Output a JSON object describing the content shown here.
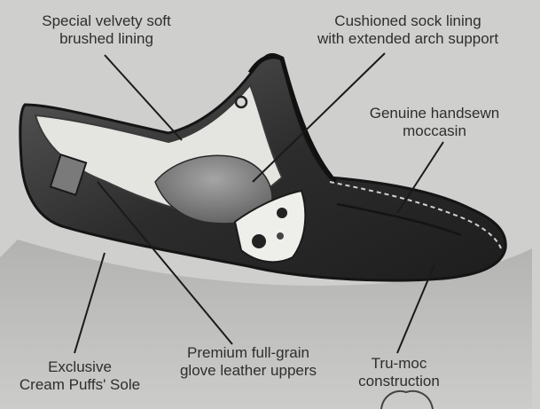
{
  "labels": {
    "velvety_lining": [
      "Special velvety soft",
      "brushed lining"
    ],
    "sock_lining": [
      "Cushioned sock lining",
      "with extended arch support"
    ],
    "handsewn": [
      "Genuine handsewn",
      "moccasin"
    ],
    "uppers": [
      "Premium full-grain",
      "glove leather uppers"
    ],
    "sole": [
      "Exclusive",
      "Cream Puffs' Sole"
    ],
    "construction": [
      "Tru-moc",
      "construction"
    ]
  },
  "colors": {
    "background": "#cfcfcd",
    "ink": "#1a1a1a",
    "leather_dark": "#2a2a2a",
    "leather_mid": "#6b6b6b",
    "lining_light": "#e4e4e0"
  }
}
